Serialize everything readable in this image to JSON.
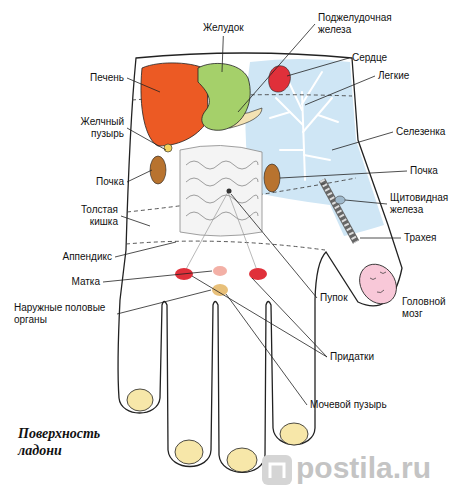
{
  "diagram": {
    "caption": "Поверхность ладони",
    "labels": [
      "Желудок",
      "Поджелудочная железа",
      "Сердце",
      "Легкие",
      "Печень",
      "Желчный пузырь",
      "Селезенка",
      "Почка",
      "Почка",
      "Щитовидная железа",
      "Толстая кишка",
      "Трахея",
      "Аппендикс",
      "Головной мозг",
      "Матка",
      "Пупок",
      "Наружные половые органы",
      "Придатки",
      "Мочевой пузырь",
      "postila.ru"
    ]
  }
}
